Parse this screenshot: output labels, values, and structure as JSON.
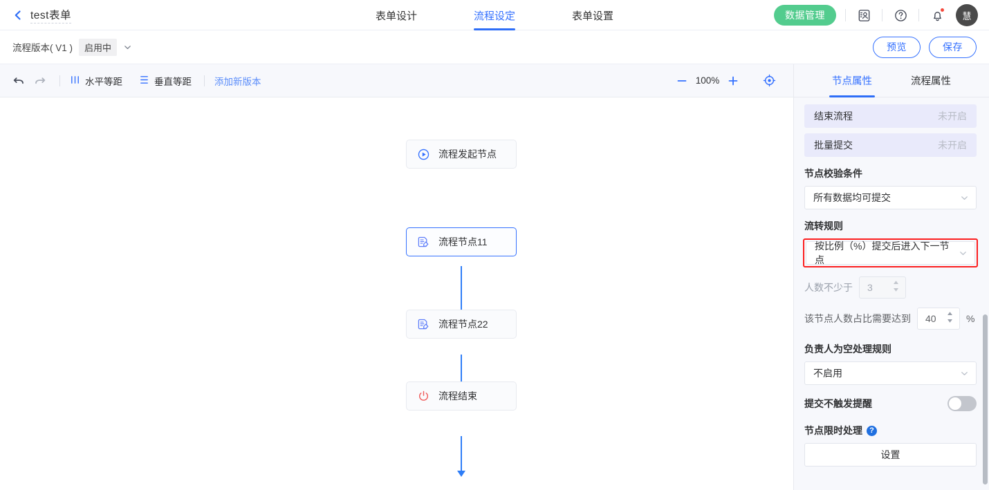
{
  "header": {
    "back_icon": "chevron-left-icon",
    "form_title": "test表单",
    "tabs": [
      {
        "label": "表单设计",
        "active": false
      },
      {
        "label": "流程设定",
        "active": true
      },
      {
        "label": "表单设置",
        "active": false
      }
    ],
    "data_manage_label": "数据管理",
    "icons": [
      "contact-card-icon",
      "help-circle-icon",
      "bell-icon"
    ],
    "avatar_text": "慧",
    "accent_green": "#53cc8e",
    "accent_blue": "#3370ff",
    "notification_dot_color": "#f5483b"
  },
  "subheader": {
    "version_label": "流程版本( V1 )",
    "version_status": "启用中",
    "caret_icon": "chevron-down-icon",
    "preview_label": "预览",
    "save_label": "保存"
  },
  "toolbar": {
    "undo_icon": "undo-arrow-icon",
    "redo_icon": "redo-arrow-icon",
    "align_h_label": "水平等距",
    "align_h_icon": "vertical-bars-icon",
    "align_v_label": "垂直等距",
    "align_v_icon": "horizontal-bars-icon",
    "add_version_label": "添加新版本",
    "zoom_out_icon": "minus-icon",
    "zoom_value": "100%",
    "zoom_in_icon": "plus-icon",
    "fit_icon": "crosshair-target-icon"
  },
  "canvas": {
    "nodes": [
      {
        "label": "流程发起节点",
        "icon": "play-circle-icon",
        "selected": false,
        "type": "start"
      },
      {
        "label": "流程节点11",
        "icon": "edit-document-icon",
        "selected": true,
        "type": "task"
      },
      {
        "label": "流程节点22",
        "icon": "edit-document-icon",
        "selected": false,
        "type": "task"
      },
      {
        "label": "流程结束",
        "icon": "power-off-icon",
        "selected": false,
        "type": "end"
      }
    ],
    "edge_color": "#2e7df7"
  },
  "panel": {
    "tabs": [
      {
        "label": "节点属性",
        "active": true
      },
      {
        "label": "流程属性",
        "active": false
      }
    ],
    "toggles": [
      {
        "label": "结束流程",
        "value": "未开启"
      },
      {
        "label": "批量提交",
        "value": "未开启"
      }
    ],
    "validate_section_label": "节点校验条件",
    "validate_select_value": "所有数据均可提交",
    "flow_rule_label": "流转规则",
    "flow_rule_value": "按比例（%）提交后进入下一节点",
    "flow_rule_highlight_color": "#fc1e1e",
    "min_count_label": "人数不少于",
    "min_count_value": "3",
    "ratio_label": "该节点人数占比需要达到",
    "ratio_value": "40",
    "ratio_unit": "%",
    "empty_owner_label": "负责人为空处理规则",
    "empty_owner_value": "不启用",
    "no_remind_label": "提交不触发提醒",
    "no_remind_on": false,
    "time_limit_label": "节点限时处理",
    "time_limit_help_icon": "question-circle-icon",
    "settings_button_label": "设置"
  }
}
